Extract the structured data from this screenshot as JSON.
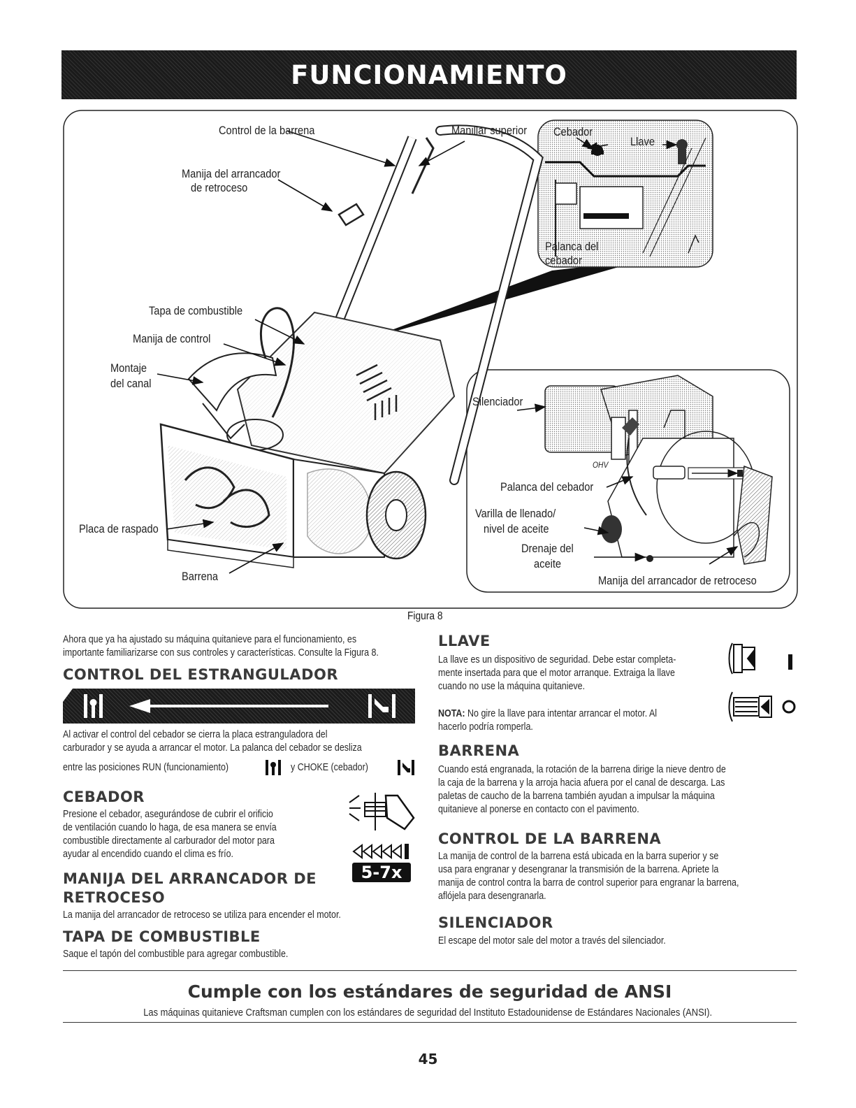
{
  "header": {
    "title": "FUNCIONAMIENTO"
  },
  "figure": {
    "caption": "Figura 8",
    "labels": {
      "control_barrena": "Control de la barrena",
      "manija_arrancador_1": "Manija del arrancador",
      "manija_arrancador_2": "de retroceso",
      "manillar_superior": "Manillar superior",
      "cebador": "Cebador",
      "llave": "Llave",
      "palanca_cebador_top_1": "Palanca del",
      "palanca_cebador_top_2": "cebador",
      "tapa_combustible": "Tapa de combustible",
      "manija_control": "Manija de control",
      "montaje_1": "Montaje",
      "montaje_2": "del canal",
      "silenciador": "Silenciador",
      "engine_badge": "OHV",
      "palanca_cebador": "Palanca del cebador",
      "varilla_1": "Varilla de llenado/",
      "varilla_2": "nivel de aceite",
      "drenaje_1": "Drenaje del",
      "drenaje_2": "aceite",
      "placa_raspado": "Placa de raspado",
      "barrena": "Barrena",
      "manija_arrancador_retroceso": "Manija del arrancador de retroceso"
    }
  },
  "left": {
    "intro_1": "Ahora que ya ha ajustado su máquina quitanieve para el funcionamiento, es",
    "intro_2": "importante familiarizarse con sus controles y características. Consulte la Figura 8.",
    "choke_title": "CONTROL DEL ESTRANGULADOR",
    "choke_text_1": "Al activar el control del cebador se cierra la placa estranguladora del",
    "choke_text_2": "carburador y se ayuda a arrancar el motor. La palanca del cebador se desliza",
    "choke_text_3a": "entre las posiciones RUN (funcionamiento)",
    "choke_text_3b": "y CHOKE (cebador)",
    "primer_title": "CEBADOR",
    "primer_text_1": "Presione el cebador, asegurándose de cubrir el orificio",
    "primer_text_2": "de ventilación cuando lo haga, de esa manera se envía",
    "primer_text_3": "combustible directamente al carburador del motor para",
    "primer_text_4": "ayudar al encendido cuando el clima es frío.",
    "primer_badge": "5-7x",
    "recoil_title_1": "MANIJA DEL ARRANCADOR DE",
    "recoil_title_2": "RETROCESO",
    "recoil_text": "La manija del arrancador de retroceso se utiliza para encender el motor.",
    "fuel_title": "TAPA DE COMBUSTIBLE",
    "fuel_text": "Saque el tapón del combustible para agregar combustible."
  },
  "right": {
    "key_title": "LLAVE",
    "key_text_1": "La llave es un dispositivo de seguridad. Debe estar completa-",
    "key_text_2": "mente insertada para que el motor arranque. Extraiga la llave",
    "key_text_3": "cuando no use la máquina quitanieve.",
    "key_on_symbol": "I",
    "key_off_symbol": "O",
    "nota_label": "NOTA:",
    "nota_text_1": "No gire la llave para intentar arrancar el motor. Al",
    "nota_text_2": "hacerlo podría romperla.",
    "auger_title": "BARRENA",
    "auger_text_1": "Cuando está engranada, la rotación de la barrena dirige la nieve dentro de",
    "auger_text_2": "la caja de la barrena y la arroja hacia afuera por el canal de descarga. Las",
    "auger_text_3": "paletas de caucho de la barrena también ayudan a impulsar la máquina",
    "auger_text_4": "quitanieve al ponerse en contacto con el pavimento.",
    "auger_ctrl_title": "CONTROL DE LA BARRENA",
    "auger_ctrl_text_1": "La manija de control de la barrena está ubicada en la barra superior y se",
    "auger_ctrl_text_2": "usa para engranar y desengranar la transmisión de la barrena. Apriete la",
    "auger_ctrl_text_3": "manija de control contra la barra de control superior para engranar la barrena,",
    "auger_ctrl_text_4": "aflójela para desengranarla.",
    "muffler_title": "SILENCIADOR",
    "muffler_text": "El escape del motor sale del motor a través del silenciador."
  },
  "footer": {
    "ansi_title": "Cumple con los estándares de seguridad de ANSI",
    "ansi_text": "Las máquinas quitanieve Craftsman cumplen con los estándares de seguridad del Instituto Estadounidense de Estándares Nacionales (ANSI).",
    "page_number": "45"
  }
}
